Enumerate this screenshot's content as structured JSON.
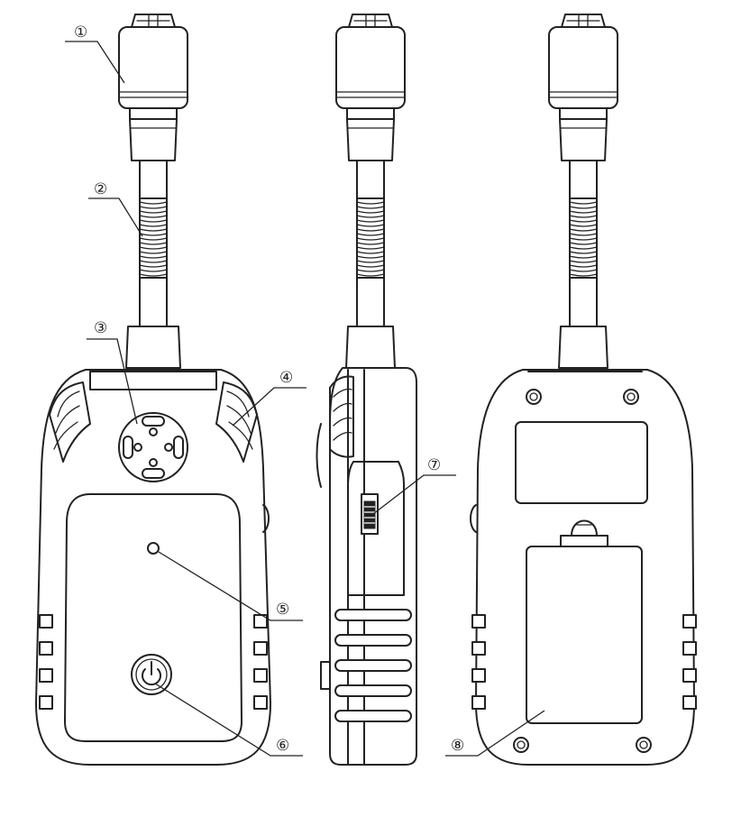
{
  "callouts": [
    {
      "id": "c1",
      "label": "①"
    },
    {
      "id": "c2",
      "label": "②"
    },
    {
      "id": "c3",
      "label": "③"
    },
    {
      "id": "c4",
      "label": "④"
    },
    {
      "id": "c5",
      "label": "⑤"
    },
    {
      "id": "c6",
      "label": "⑥"
    },
    {
      "id": "c7",
      "label": "⑦"
    },
    {
      "id": "c8",
      "label": "⑧"
    }
  ],
  "colors": {
    "line": "#222222",
    "background": "#ffffff"
  },
  "icons": {
    "power": "power-icon",
    "sensor_vent": "sensor-vent-icon",
    "screw": "screw-icon"
  }
}
